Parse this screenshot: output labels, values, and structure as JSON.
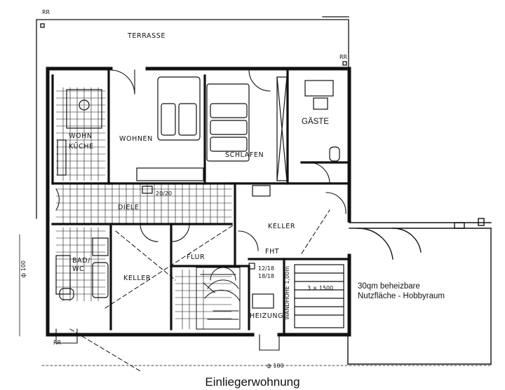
{
  "rooms": {
    "terrasse": "TERRASSE",
    "wohnkueche": [
      "WOHN",
      "KÜCHE"
    ],
    "wohnen": "WOHNEN",
    "schlafen": "SCHLAFEN",
    "gaeste": "GÄSTE",
    "diele": "DIELE",
    "keller_right": "KELLER",
    "keller_left": "KELLER",
    "bad_wc": [
      "BAD/",
      "WC"
    ],
    "flur": "FLUR",
    "heizung": "HEIZUNG",
    "fht": "FHT"
  },
  "marks": {
    "rr_top_left": "RR",
    "rr_top_right": "RR",
    "rr_bottom_left": "RR",
    "diele_height": "20/20",
    "stair_1": "12/18",
    "stair_2": "18/18",
    "wall_height": "WANDHÖHE 1,00m",
    "shaft": "3 × 1500",
    "dim_left": "ф 100",
    "dim_bottom": "ф 100"
  },
  "note": [
    "30qm beheizbare",
    "Nutzfläche - Hobbyraum"
  ],
  "caption": "Einliegerwohnung"
}
